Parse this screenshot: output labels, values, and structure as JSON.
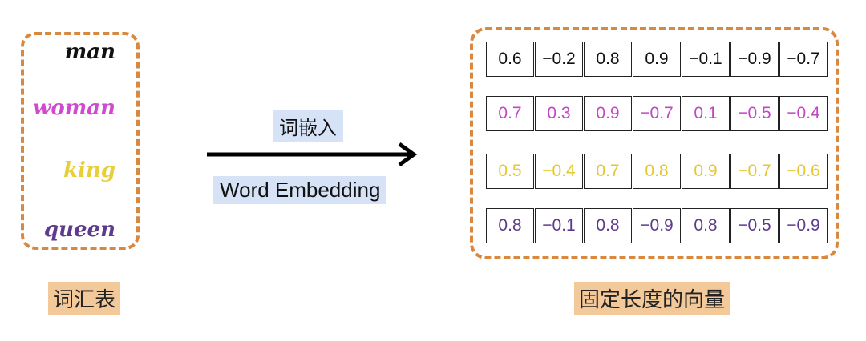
{
  "vocabulary": {
    "label": "词汇表",
    "words": [
      {
        "text": "man",
        "color": "#111111"
      },
      {
        "text": "woman",
        "color": "#d04ad0"
      },
      {
        "text": "king",
        "color": "#e8cf3a"
      },
      {
        "text": "queen",
        "color": "#5e3a8c"
      }
    ]
  },
  "embedding": {
    "label_zh": "词嵌入",
    "label_en": "Word Embedding"
  },
  "vectors": {
    "label": "固定长度的向量",
    "rows": [
      {
        "color": "#111111",
        "values": [
          "0.6",
          "−0.2",
          "0.8",
          "0.9",
          "−0.1",
          "−0.9",
          "−0.7"
        ]
      },
      {
        "color": "#c446c4",
        "values": [
          "0.7",
          "0.3",
          "0.9",
          "−0.7",
          "0.1",
          "−0.5",
          "−0.4"
        ]
      },
      {
        "color": "#e3c832",
        "values": [
          "0.5",
          "−0.4",
          "0.7",
          "0.8",
          "0.9",
          "−0.7",
          "−0.6"
        ]
      },
      {
        "color": "#5e3a8c",
        "values": [
          "0.8",
          "−0.1",
          "0.8",
          "−0.9",
          "0.8",
          "−0.5",
          "−0.9"
        ]
      }
    ]
  }
}
